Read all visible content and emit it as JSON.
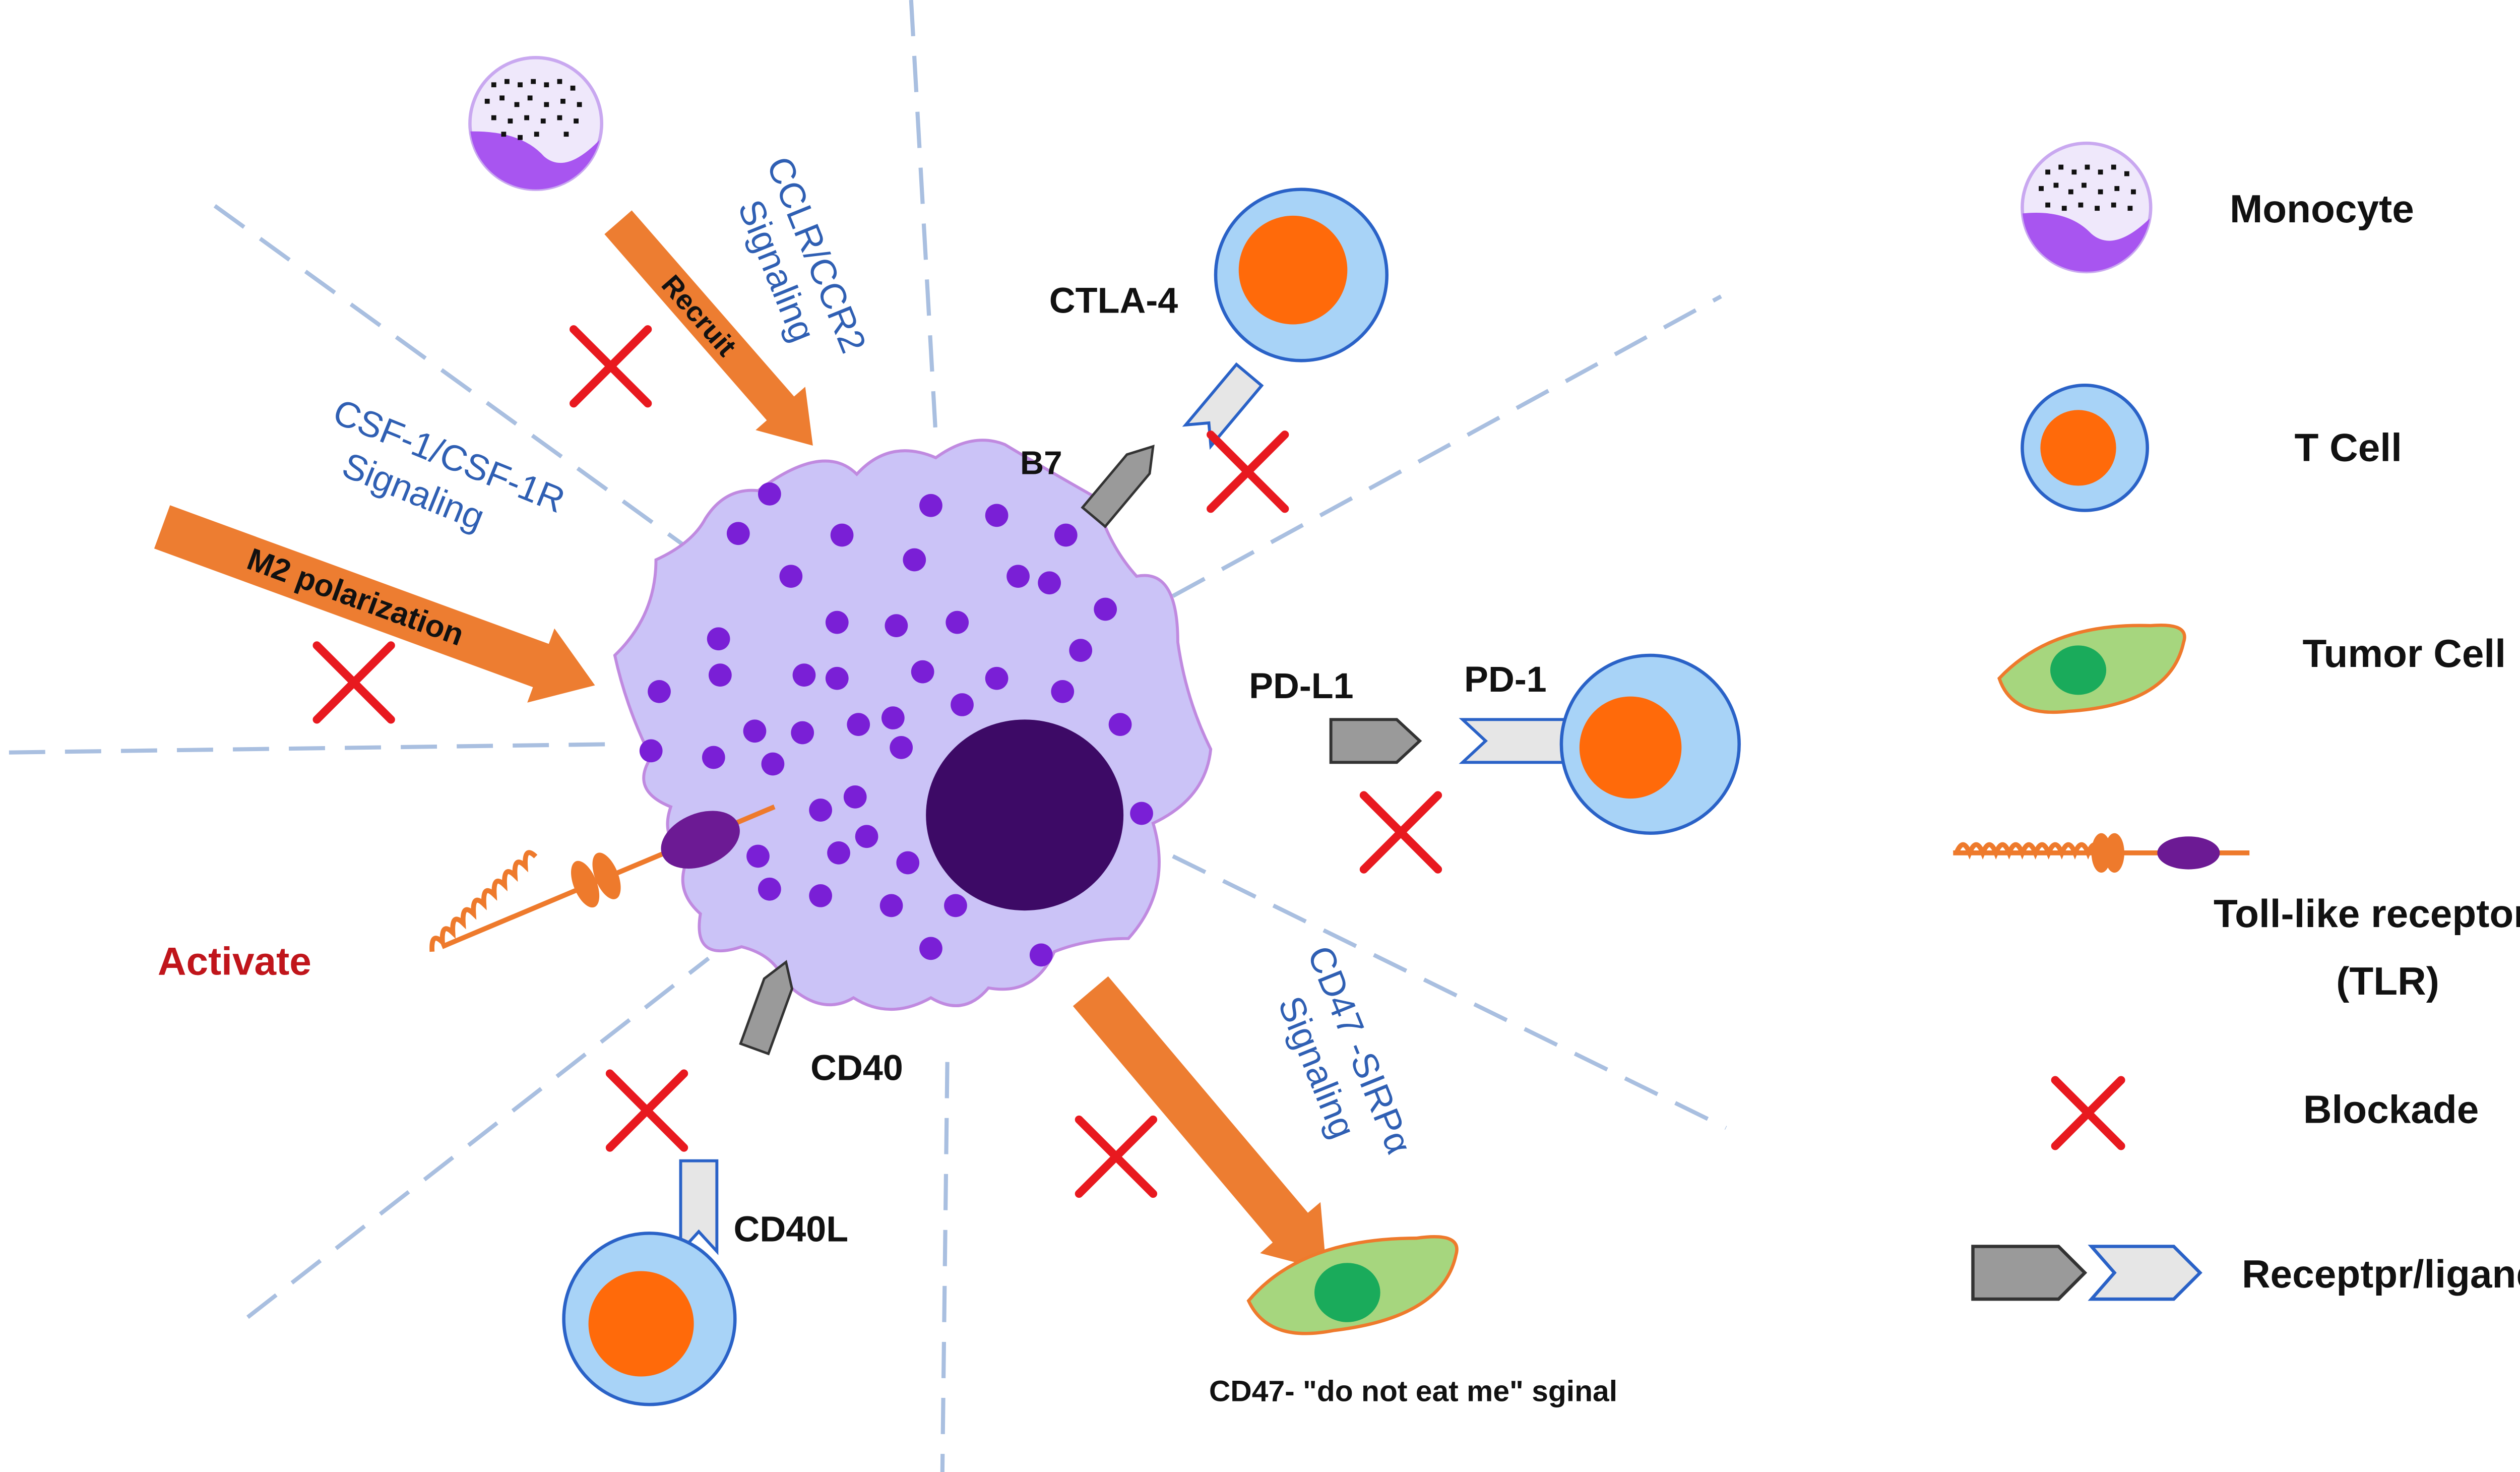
{
  "colors": {
    "dash_line": "#a9bfe0",
    "macrophage_fill": "#cbc3f7",
    "macrophage_stroke": "#c08ae0",
    "granule": "#7a1fd6",
    "nucleus": "#3d0a66",
    "arrow": "#ed7d31",
    "blockade": "#e8191f",
    "tcell_outer": "#a8d3f7",
    "tcell_stroke": "#2a62c7",
    "tcell_inner": "#ff6a0a",
    "tumor_fill": "#a6d67e",
    "tumor_stroke": "#ee7a2c",
    "tumor_nucleus": "#1aab5b",
    "receptor_gray": "#9a9a9a",
    "receptor_light": "#e6e6e6",
    "receptor_light_stroke": "#2a62c7",
    "monocyte_top": "#efe8fb",
    "monocyte_bottom": "#a855f0",
    "tlr": "#ee7a2c",
    "tlr_end": "#6c1a94"
  },
  "labels": {
    "ccr2_line1": "CCLR/CCR2",
    "ccr2_line2": "Signaling",
    "recruit": "Recruit",
    "csf_line1": "CSF-1/CSF-1R",
    "csf_line2": "Signaling",
    "m2": "M2 polarization",
    "ctla4": "CTLA-4",
    "b7": "B7",
    "pdl1": "PD-L1",
    "pd1": "PD-1",
    "activate": "Activate",
    "cd40": "CD40",
    "cd40l": "CD40L",
    "cd47_line1": "CD47 -SIRPα",
    "cd47_line2": "Signaling",
    "cd47_signal": "CD47-  \"do not eat me\"  sginal"
  },
  "legend": {
    "monocyte": "Monocyte",
    "tcell": "T Cell",
    "tumor": "Tumor Cell",
    "tlr_line1": "Toll-like receptor",
    "tlr_line2": "(TLR)",
    "blockade": "Blockade",
    "receptor": "Receptpr/ligand"
  }
}
